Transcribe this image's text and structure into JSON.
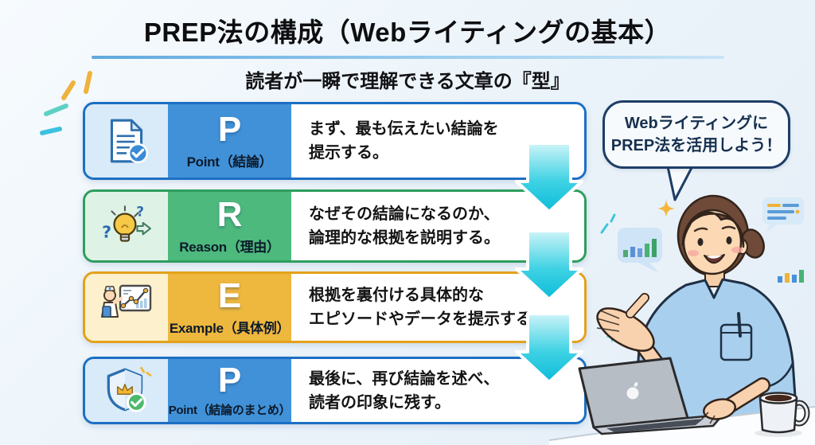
{
  "header": {
    "title": "PREP法の構成（Webライティングの基本）",
    "subtitle": "読者が一瞬で理解できる文章の『型』"
  },
  "rows": [
    {
      "letter": "P",
      "label": "Point（結論）",
      "description": "まず、最も伝えたい結論を\n提示する。",
      "icon": "document-check-icon",
      "colors": {
        "border": "#1c6fc4",
        "label_bg": "#4091d8",
        "icon_bg": "#d9eaf9"
      }
    },
    {
      "letter": "R",
      "label": "Reason（理由）",
      "description": "なぜその結論になるのか、\n論理的な根拠を説明する。",
      "icon": "lightbulb-question-icon",
      "colors": {
        "border": "#2e9e5d",
        "label_bg": "#4db97d",
        "icon_bg": "#def3e6"
      }
    },
    {
      "letter": "E",
      "label": "Example（具体例）",
      "description": "根拠を裏付ける具体的な\nエピソードやデータを提示する。",
      "icon": "presenter-chart-icon",
      "colors": {
        "border": "#e3a11b",
        "label_bg": "#eeb73e",
        "icon_bg": "#fdf0cc"
      }
    },
    {
      "letter": "P",
      "label": "Point（結論のまとめ）",
      "description": "最後に、再び結論を述べ、\n読者の印象に残す。",
      "icon": "shield-crown-check-icon",
      "colors": {
        "border": "#1c6fc4",
        "label_bg": "#4091d8",
        "icon_bg": "#d9eaf9"
      }
    }
  ],
  "speech_bubble": {
    "text": "Webライティングに\nPREP法を活用しよう！"
  },
  "palette": {
    "arrow_top": "#cef4f8",
    "arrow_bottom": "#0cbcd9",
    "title_underline": "#5fa9df",
    "background": "#ecf4fa"
  }
}
